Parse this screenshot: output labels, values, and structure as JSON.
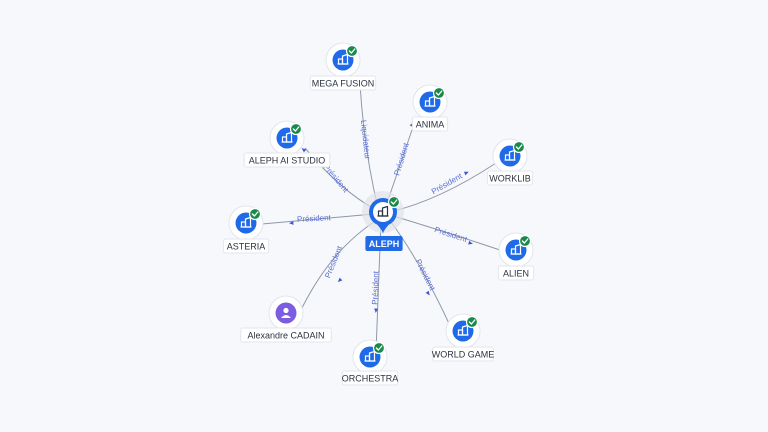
{
  "colors": {
    "company_icon": "#1f6ae8",
    "person_icon": "#7c5ce0",
    "check_badge": "#1a8a4a",
    "edge": "#8e98a8",
    "edge_label": "#5a6fd8"
  },
  "center": {
    "label": "ALEPH",
    "icon": "building-icon"
  },
  "nodes": [
    {
      "id": "mega_fusion",
      "label": "MEGA FUSION",
      "kind": "company",
      "icon": "building-icon",
      "verified": true
    },
    {
      "id": "anima",
      "label": "ANIMA",
      "kind": "company",
      "icon": "building-icon",
      "verified": true
    },
    {
      "id": "aleph_ai_studio",
      "label": "ALEPH AI STUDIO",
      "kind": "company",
      "icon": "building-icon",
      "verified": true
    },
    {
      "id": "worklib",
      "label": "WORKLIB",
      "kind": "company",
      "icon": "building-icon",
      "verified": true
    },
    {
      "id": "asteria",
      "label": "ASTERIA",
      "kind": "company",
      "icon": "building-icon",
      "verified": true
    },
    {
      "id": "alien",
      "label": "ALIEN",
      "kind": "company",
      "icon": "building-icon",
      "verified": true
    },
    {
      "id": "alexandre_cadain",
      "label": "Alexandre CADAIN",
      "kind": "person",
      "icon": "person-icon",
      "verified": false
    },
    {
      "id": "world_game",
      "label": "WORLD GAME",
      "kind": "company",
      "icon": "building-icon",
      "verified": true
    },
    {
      "id": "orchestra",
      "label": "ORCHESTRA",
      "kind": "company",
      "icon": "building-icon",
      "verified": true
    }
  ],
  "edges": [
    {
      "to": "mega_fusion",
      "label": "Liquidateur"
    },
    {
      "to": "anima",
      "label": "Président"
    },
    {
      "to": "aleph_ai_studio",
      "label": "Président"
    },
    {
      "to": "worklib",
      "label": "Président"
    },
    {
      "to": "asteria",
      "label": "Président"
    },
    {
      "to": "alien",
      "label": "Président"
    },
    {
      "to": "alexandre_cadain",
      "label": "Président"
    },
    {
      "to": "world_game",
      "label": "Président"
    },
    {
      "to": "orchestra",
      "label": "Président"
    }
  ]
}
